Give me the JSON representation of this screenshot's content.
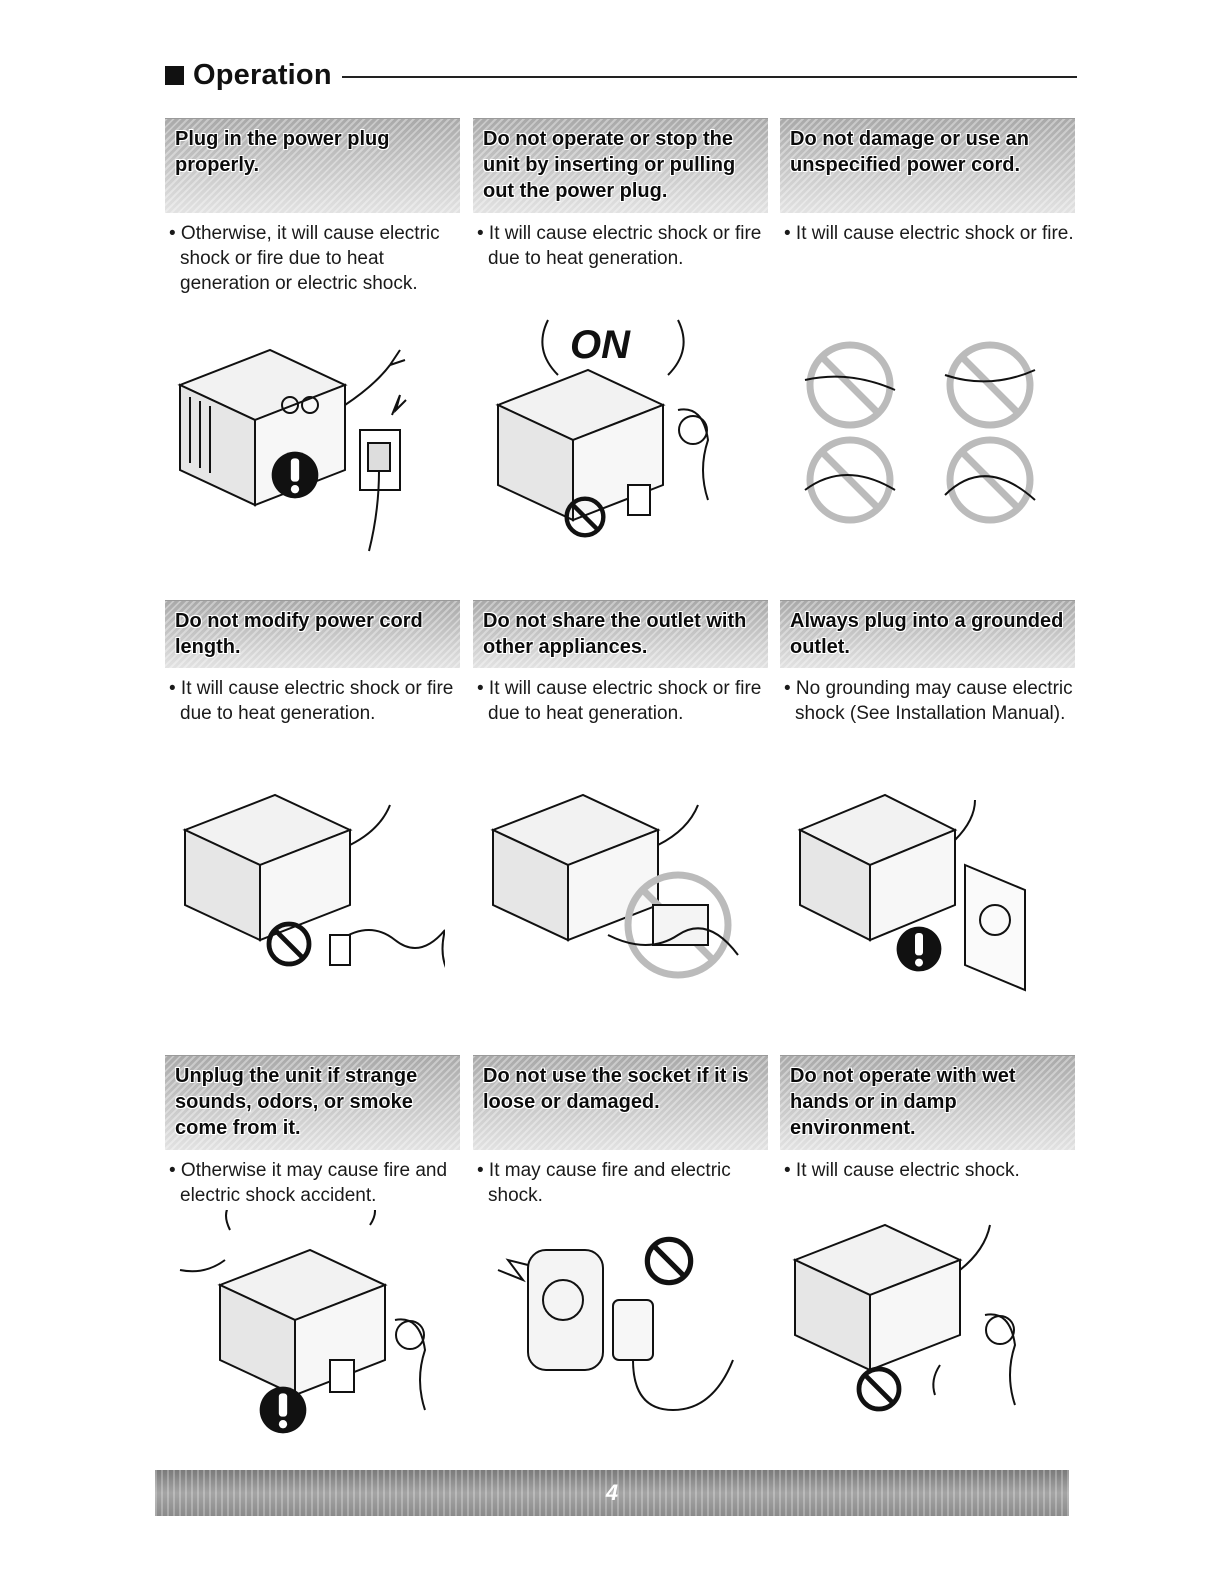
{
  "header": {
    "title": "Operation"
  },
  "cards": [
    {
      "title": "Plug in the power plug properly.",
      "description": "• Otherwise, it will cause electric shock or fire due to heat generation or electric shock.",
      "symbol": "mandatory"
    },
    {
      "title": "Do not operate or stop the unit by inserting or pulling out the power plug.",
      "description": "• It will cause electric shock or fire due to heat generation.",
      "symbol": "prohibited",
      "label": "ON"
    },
    {
      "title": "Do not damage or use an unspecified power cord.",
      "description": "• It will cause electric shock or fire.",
      "symbol": "prohibited"
    },
    {
      "title": "Do not modify power cord length.",
      "description": "• It will cause electric shock or fire due to heat generation.",
      "symbol": "prohibited"
    },
    {
      "title": "Do not share the outlet with other appliances.",
      "description": "• It will cause electric shock or fire due to heat generation.",
      "symbol": "prohibited"
    },
    {
      "title": "Always plug into a grounded outlet.",
      "description": "• No grounding may cause electric shock (See Installation Manual).",
      "symbol": "mandatory"
    },
    {
      "title": "Unplug the unit if strange sounds, odors, or smoke come from it.",
      "description": "• Otherwise it may cause fire and electric shock accident.",
      "symbol": "mandatory"
    },
    {
      "title": "Do not use the socket if it is loose or damaged.",
      "description": "• It may cause fire and electric shock.",
      "symbol": "prohibited"
    },
    {
      "title": "Do not operate with wet hands or in damp environment.",
      "description": "• It will cause electric shock.",
      "symbol": "prohibited"
    }
  ],
  "footer": {
    "page_number": "4"
  }
}
